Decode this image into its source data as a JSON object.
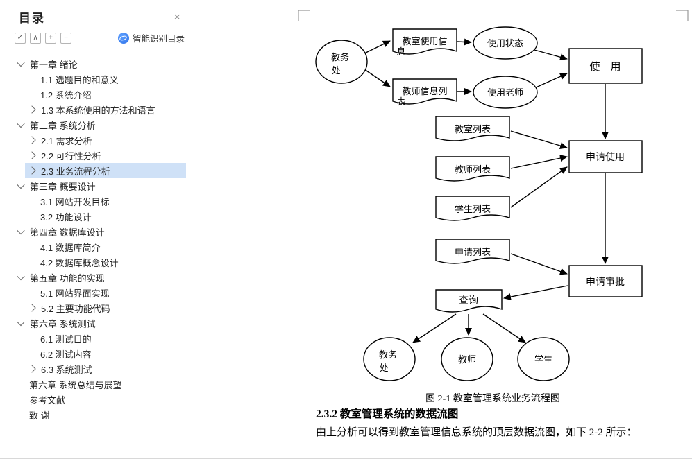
{
  "sidebar": {
    "title": "目录",
    "close_glyph": "×",
    "toolbar": [
      {
        "name": "checkbox",
        "glyph": "✓"
      },
      {
        "name": "chevron-up",
        "glyph": "∧"
      },
      {
        "name": "plus",
        "glyph": "+"
      },
      {
        "name": "minus",
        "glyph": "−"
      }
    ],
    "smart_toc_label": "智能识别目录",
    "toc": [
      {
        "label": "第一章 绪论"
      },
      {
        "label": "1.1 选题目的和意义"
      },
      {
        "label": "1.2 系统介绍"
      },
      {
        "label": "1.3  本系统使用的方法和语言"
      },
      {
        "label": "第二章 系统分析"
      },
      {
        "label": "2.1 需求分析"
      },
      {
        "label": "2.2 可行性分析"
      },
      {
        "label": "2.3 业务流程分析"
      },
      {
        "label": "第三章 概要设计"
      },
      {
        "label": "3.1 网站开发目标"
      },
      {
        "label": "3.2 功能设计"
      },
      {
        "label": "第四章 数据库设计"
      },
      {
        "label": "4.1 数据库简介"
      },
      {
        "label": "4.2 数据库概念设计"
      },
      {
        "label": "第五章 功能的实现"
      },
      {
        "label": "5.1 网站界面实现"
      },
      {
        "label": "5.2 主要功能代码"
      },
      {
        "label": "第六章 系统测试"
      },
      {
        "label": "6.1 测试目的"
      },
      {
        "label": "6.2 测试内容"
      },
      {
        "label": "6.3 系统测试"
      },
      {
        "label": "第六章 系统总结与展望"
      },
      {
        "label": "参考文献"
      },
      {
        "label": "致  谢"
      }
    ]
  },
  "document": {
    "figure_caption": "图 2-1 教室管理系统业务流程图",
    "section_heading": "2.3.2 教室管理系统的数据流图",
    "paragraph": "由上分析可以得到教室管理信息系统的顶层数据流图，如下 2-2 所示："
  },
  "diagram": {
    "jwc_top": [
      "教务",
      "处"
    ],
    "doc_usage_info": [
      "教室使用信",
      "息"
    ],
    "status": "使用状态",
    "doc_teacher_info": [
      "教师信息列",
      "表"
    ],
    "teacher_status": "使用老师",
    "use": "使　用",
    "room_list": "教室列表",
    "teacher_list": "教师列表",
    "student_list": "学生列表",
    "apply_list": "申请列表",
    "apply_use": "申请使用",
    "apply_approve": "申请审批",
    "query": "查询",
    "jwc_bottom": [
      "教务",
      "处"
    ],
    "teacher": "教师",
    "student": "学生"
  },
  "colors": {
    "selection": "#cfe1f7",
    "accent_blue": "#2f72e8"
  }
}
